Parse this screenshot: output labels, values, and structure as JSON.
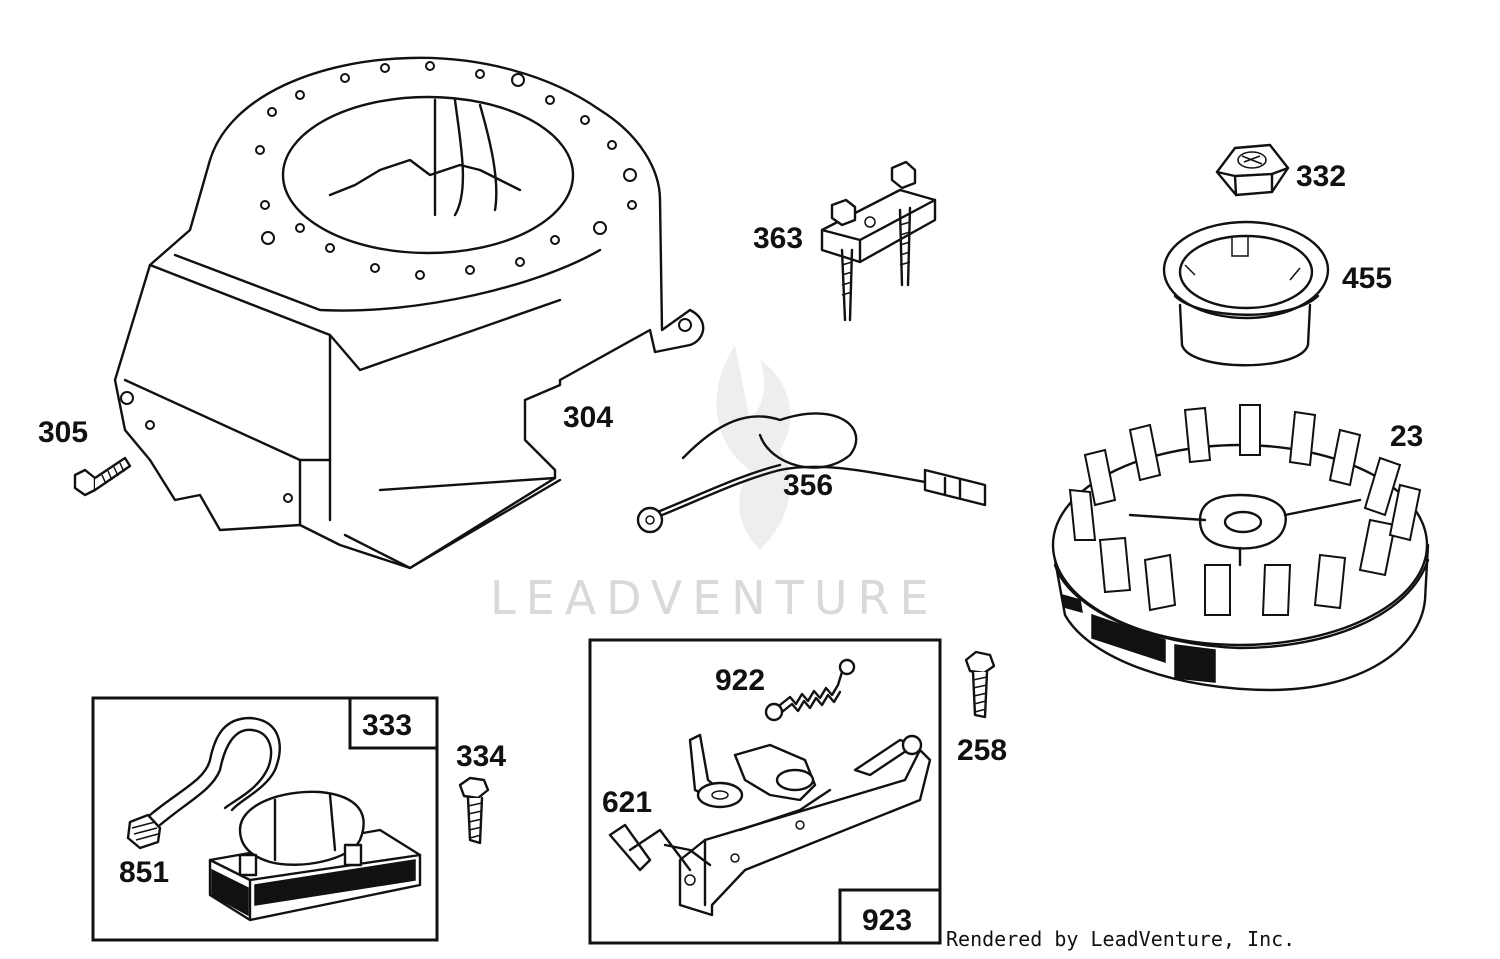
{
  "labels": {
    "p305": "305",
    "p304": "304",
    "p363": "363",
    "p356": "356",
    "p332": "332",
    "p455": "455",
    "p23": "23",
    "p333": "333",
    "p334": "334",
    "p851": "851",
    "p922": "922",
    "p621": "621",
    "p923": "923",
    "p258": "258"
  },
  "watermark": "LEADVENTURE",
  "credit": "Rendered by LeadVenture, Inc."
}
